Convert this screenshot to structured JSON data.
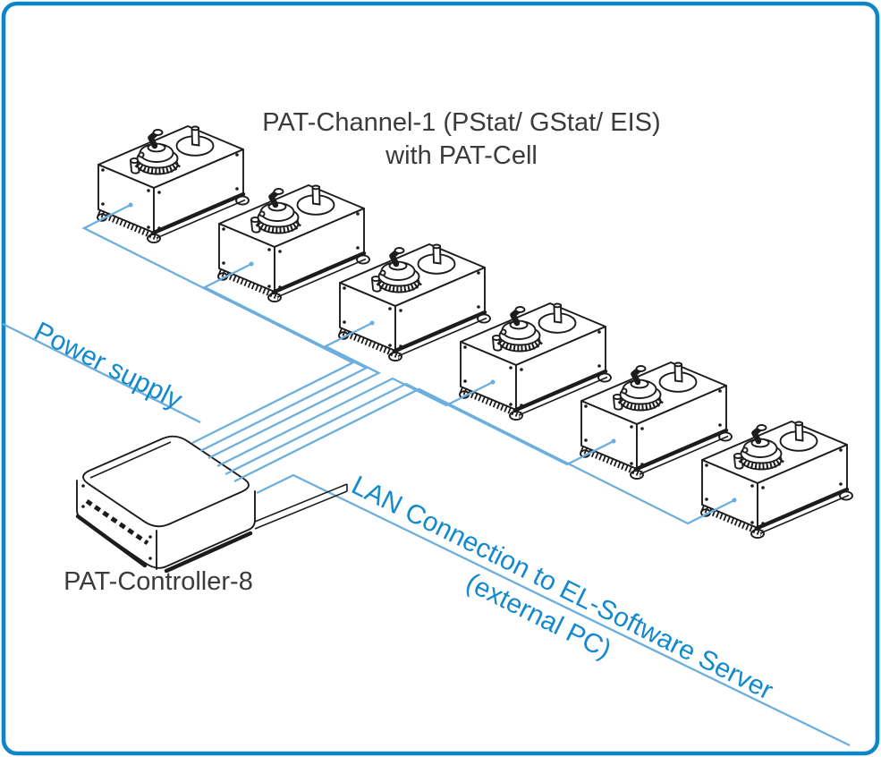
{
  "diagram": {
    "title": {
      "line1": "PAT-Channel-1 (PStat/ GStat/ EIS)",
      "line2": "with PAT-Cell"
    },
    "labels": {
      "power_supply": "Power supply",
      "lan_line1": "LAN Connection to EL-Software Server",
      "lan_line2": "(external PC)",
      "controller": "PAT-Controller-8"
    },
    "devices": {
      "count": 6,
      "description": "PAT-Cell test chamber"
    },
    "colors": {
      "border": "#0d86c8",
      "wire": "#6caede",
      "label": "#1389ce",
      "title": "#3b3b3b",
      "ink": "#1c1c1c",
      "background": "#ffffff"
    }
  }
}
